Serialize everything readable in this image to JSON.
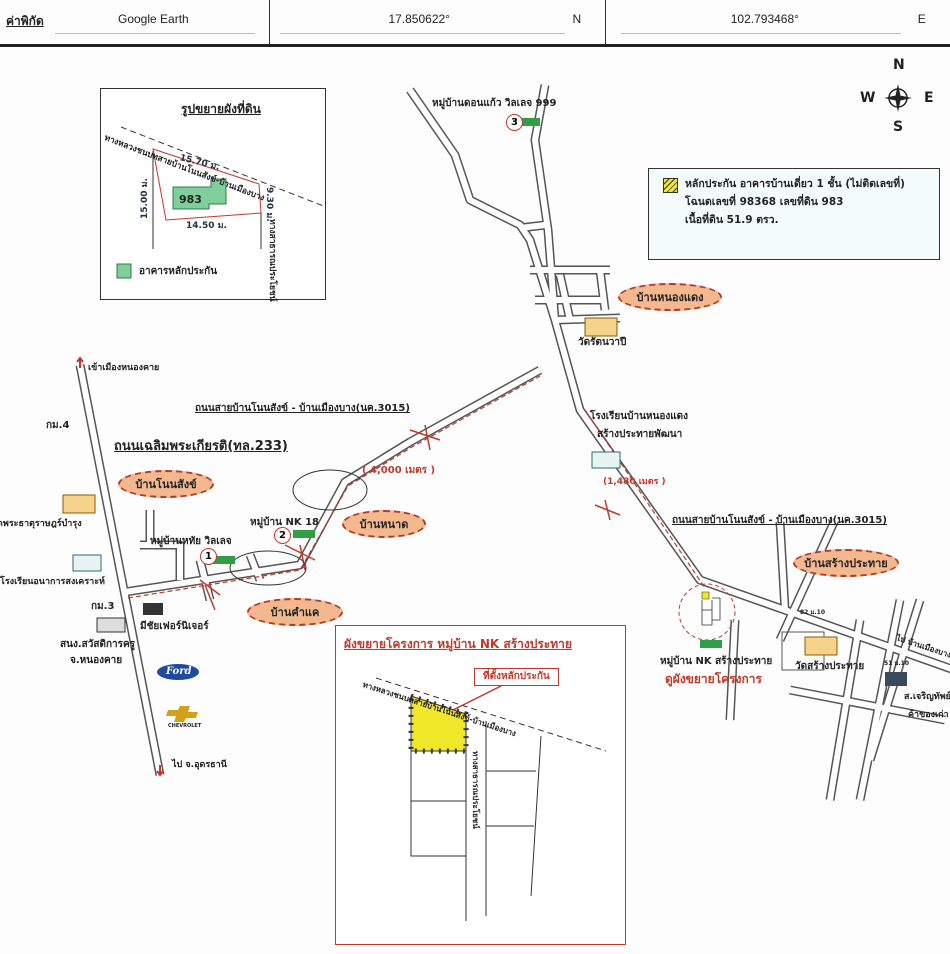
{
  "header": {
    "label": "ค่าพิกัด",
    "source": "Google Earth",
    "latitude": "17.850622°",
    "lat_dir": "N",
    "longitude": "102.793468°",
    "lon_dir": "E"
  },
  "compass": {
    "n": "N",
    "s": "S",
    "e": "E",
    "w": "W"
  },
  "inset": {
    "title": "รูปขยายผังที่ดิน",
    "road_top": "ทางหลวงชนบทสายบ้านโนนสังข์-บ้านเมืองบาง",
    "road_side": "ทางสาธารณประโยชน์",
    "dim_top": "15.70 ม.",
    "dim_left": "15.00 ม.",
    "dim_right": "9.30 ม.",
    "dim_bottom": "14.50 ม.",
    "parcel": "983",
    "legend": "อาคารหลักประกัน",
    "building_color": "#7fcf9a"
  },
  "legend": {
    "line1": "หลักประกัน อาคารบ้านเดี่ยว 1 ชั้น (ไม่ติดเลขที่)",
    "line2": "โฉนดเลขที่ 98368 เลขที่ดิน 983",
    "line3": "เนื้อที่ดิน 51.9 ตรว.",
    "swatch_color": "#f2e82a"
  },
  "villages": {
    "nong_daeng": "บ้านหนองแดง",
    "non_sang": "บ้านโนนสังข์",
    "nat": "บ้านหนาด",
    "kham_khae": "บ้านคำแค",
    "sang_prathai": "บ้านสร้างประทาย"
  },
  "labels": {
    "don_kaeo": "หมู่บ้านดอนแก้ว วิลเลจ 999",
    "wat_rattana": "วัดรัตนวาปี",
    "to_nongkhai": "เข้าเมืองหนองคาย",
    "road_3015_a": "ถนนสายบ้านโนนสังข์ - บ้านเมืองบาง(นค.3015)",
    "road_3015_b": "ถนนสายบ้านโนนสังข์ - บ้านเมืองบาง(นค.3015)",
    "km4": "กม.4",
    "road_233": "ถนนเฉลิมพระเกียรติ(ทล.233)",
    "school_nd_1": "โรงเรียนบ้านหนองแดง",
    "school_nd_2": "สร้างประทายพัฒนา",
    "dist_4000": "( 4,000 เมตร )",
    "dist_1480": "(1,480 เมตร )",
    "wat_phrathat": "วัดพระธาตุราษฎร์บำรุง",
    "nk18": "หมู่บ้าน NK 18",
    "hathai": "หมู่บ้านหทัย วิลเลจ",
    "school_anakan": "โรงเรียนอนาการสงเคราะห์",
    "km3": "กม.3",
    "meechai": "มีชัยเฟอร์นิเจอร์",
    "teacher_1": "สนง.สวัสดิการครู",
    "teacher_2": "จ.หนองคาย",
    "ford": "Ford",
    "chevrolet": "CHEVROLET",
    "to_udon": "ไป จ.อุดรธานี",
    "nk_sang": "หมู่บ้าน NK สร้างประทาย",
    "see_plan": "ดูผังขยายโครงการ",
    "wat_sang": "วัดสร้างประทาย",
    "m82": "82 ม.10",
    "m51": "51 ม.10",
    "to_muangbang": "ไป บ้านเมืองบาง",
    "charoen_1": "ส.เจริญทัพย์",
    "charoen_2": "ค้าของเก่า",
    "n1": "1",
    "n2": "2",
    "n3": "3"
  },
  "project": {
    "title": "ผังขยายโครงการ หมู่บ้าน NK สร้างประทาย",
    "callout": "ที่ตั้งหลักประกัน",
    "road_top": "ทางหลวงชนบทสายบ้านโนนสังข์-บ้านเมืองบาง",
    "road_side": "ทางสาธารณประโยชน์"
  },
  "colors": {
    "route": "#c0392b",
    "village_fill": "#f3b88e",
    "road": "#555555"
  }
}
